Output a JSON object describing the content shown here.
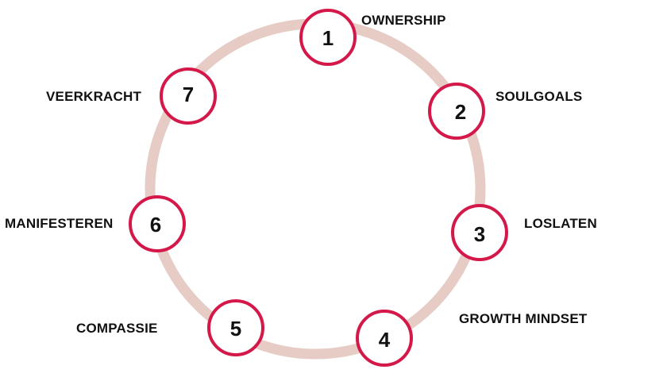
{
  "colors": {
    "ring": "#e6ccc5",
    "node_border": "#d4184a",
    "node_fill": "#ffffff",
    "text": "#111111"
  },
  "steps": [
    {
      "number": "1",
      "label": "OWNERSHIP"
    },
    {
      "number": "2",
      "label": "SOULGOALS"
    },
    {
      "number": "3",
      "label": "LOSLATEN"
    },
    {
      "number": "4",
      "label": "GROWTH MINDSET"
    },
    {
      "number": "5",
      "label": "COMPASSIE"
    },
    {
      "number": "6",
      "label": "MANIFESTEREN"
    },
    {
      "number": "7",
      "label": "VEERKRACHT"
    }
  ]
}
